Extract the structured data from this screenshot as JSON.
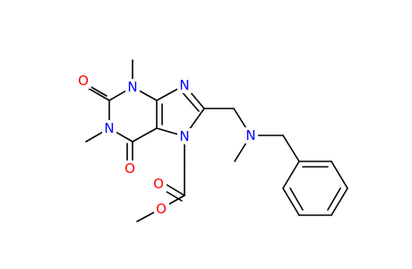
{
  "molecule": {
    "atoms": {
      "n1": {
        "text": "N",
        "color": "#0000ff"
      },
      "n3": {
        "text": "N",
        "color": "#0000ff"
      },
      "n7": {
        "text": "N",
        "color": "#0000ff"
      },
      "n9": {
        "text": "N",
        "color": "#0000ff"
      },
      "n_amine": {
        "text": "N",
        "color": "#0000ff"
      },
      "o2": {
        "text": "O",
        "color": "#ff0000"
      },
      "o6": {
        "text": "O",
        "color": "#ff0000"
      },
      "o_carbonyl": {
        "text": "O",
        "color": "#ff0000"
      },
      "o_ester": {
        "text": "O",
        "color": "#ff0000"
      }
    },
    "bond_color": "#000000"
  }
}
